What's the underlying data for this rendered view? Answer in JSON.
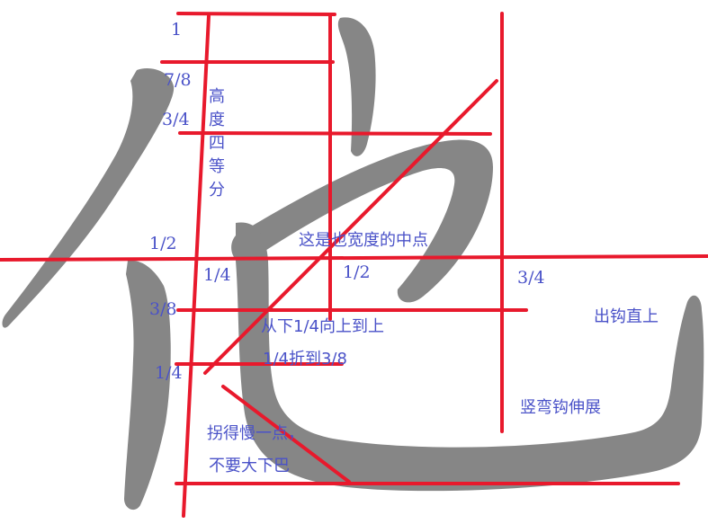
{
  "colors": {
    "stroke_gray": "#868686",
    "guide_red": "#e8192c",
    "text_blue": "#4a52c8",
    "background": "#ffffff"
  },
  "character": "他",
  "height_labels": {
    "h1": "1",
    "h7_8": "7/8",
    "h3_4": "3/4",
    "h1_2": "1/2",
    "h3_8": "3/8",
    "h1_4": "1/4"
  },
  "width_labels": {
    "w1_4": "1/4",
    "w1_2": "1/2",
    "w3_4": "3/4"
  },
  "notes": {
    "height_quarters": "高度四等分",
    "center_point": "这是也宽度的中点",
    "bottom_up": "从下1/4向上到上",
    "fold_to": "1/4折到3/8",
    "hook_up": "出钩直上",
    "vertical_bend": "竖弯钩伸展",
    "turn_slow": "拐得慢一点，",
    "no_big_chin": "不要大下巴"
  }
}
